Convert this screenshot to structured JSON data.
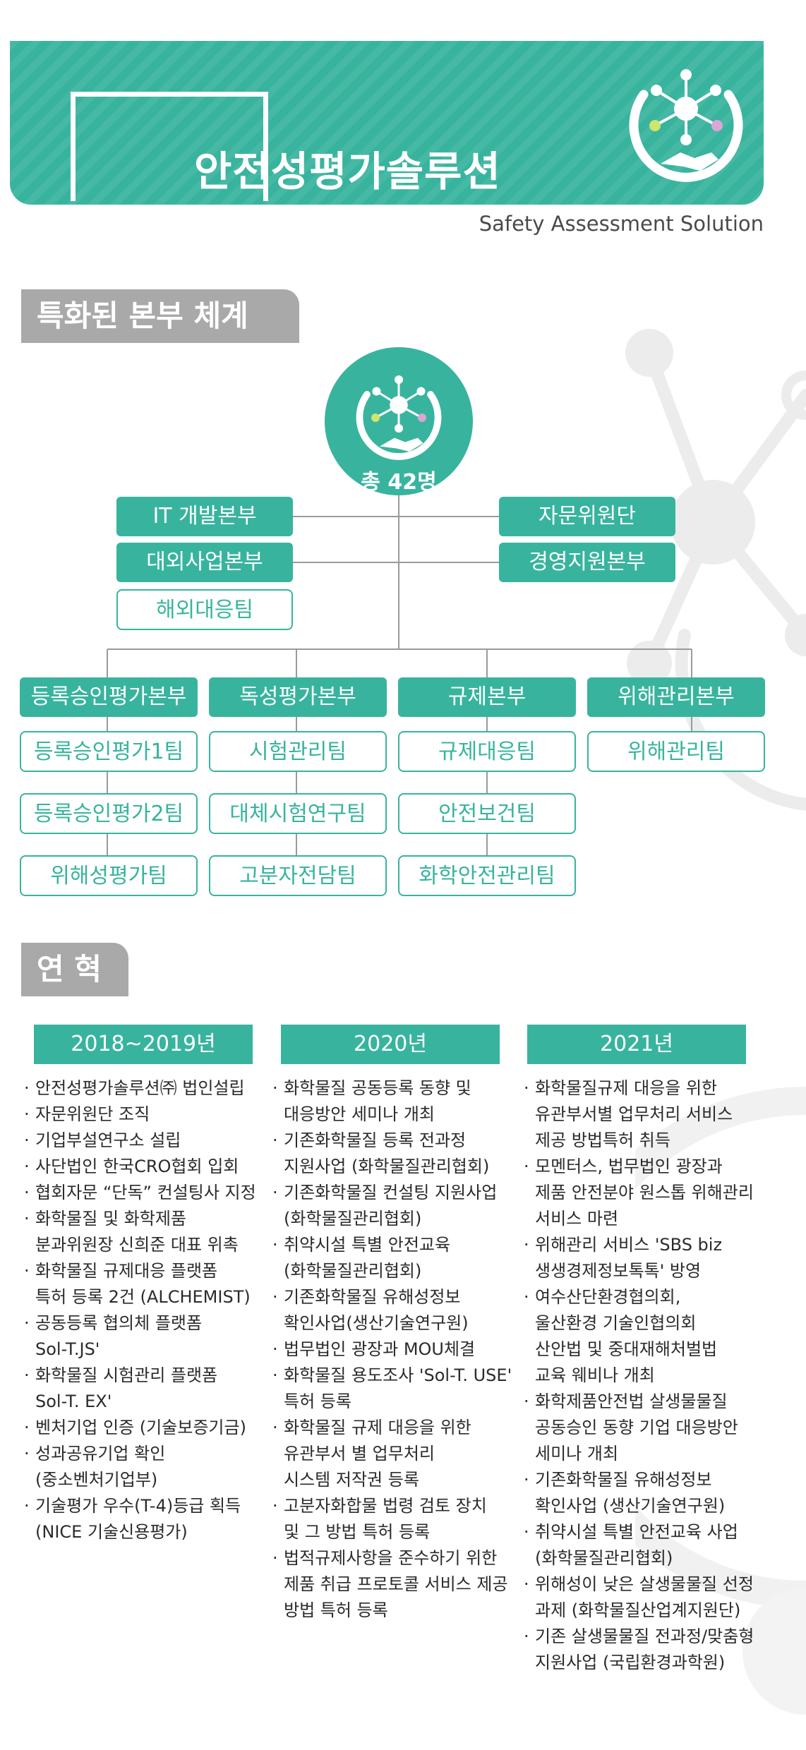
{
  "header": {
    "title": "안전성평가솔루션",
    "subtitle": "Safety Assessment Solution"
  },
  "org": {
    "section_title": "특화된 본부 체계",
    "total": "총 42명",
    "left_units": [
      "IT 개발본부",
      "대외사업본부"
    ],
    "left_team": "해외대응팀",
    "right_units": [
      "자문위원단",
      "경영지원본부"
    ],
    "divisions": [
      {
        "name": "등록승인평가본부",
        "teams": [
          "등록승인평가1팀",
          "등록승인평가2팀",
          "위해성평가팀"
        ]
      },
      {
        "name": "독성평가본부",
        "teams": [
          "시험관리팀",
          "대체시험연구팀",
          "고분자전담팀"
        ]
      },
      {
        "name": "규제본부",
        "teams": [
          "규제대응팀",
          "안전보건팀",
          "화학안전관리팀"
        ]
      },
      {
        "name": "위해관리본부",
        "teams": [
          "위해관리팀"
        ]
      }
    ]
  },
  "history": {
    "section_title": "연 혁",
    "columns": [
      {
        "year": "2018~2019년",
        "items": [
          "안전성평가솔루션㈜ 법인설립",
          "자문위원단 조직",
          "기업부설연구소 설립",
          "사단법인 한국CRO협회 입회",
          "협회자문 “단독” 컨설팅사 지정",
          "화학물질 및 화학제품\n분과위원장 신희준 대표 위촉",
          "화학물질 규제대응 플랫폼\n특허 등록 2건 (ALCHEMIST)",
          "공동등록 협의체 플랫폼\nSol-T.JS'",
          "화학물질 시험관리 플랫폼\nSol-T. EX'",
          "벤처기업 인증 (기술보증기금)",
          "성과공유기업 확인\n(중소벤처기업부)",
          "기술평가 우수(T-4)등급 획득\n(NICE 기술신용평가)"
        ]
      },
      {
        "year": "2020년",
        "items": [
          "화학물질 공동등록 동향 및\n대응방안 세미나 개최",
          "기존화학물질 등록 전과정\n지원사업 (화학물질관리협회)",
          "기존화학물질 컨설팅 지원사업\n(화학물질관리협회)",
          "취약시설 특별 안전교육\n(화학물질관리협회)",
          "기존화학물질 유해성정보\n확인사업(생산기술연구원)",
          "법무법인 광장과 MOU체결",
          "화학물질 용도조사 'Sol-T. USE'\n특허 등록",
          "화학물질 규제 대응을 위한\n유관부서 별 업무처리\n시스템 저작권 등록",
          "고분자화합물 법령 검토 장치\n및 그 방법 특허 등록",
          "법적규제사항을 준수하기 위한\n제품 취급 프로토콜 서비스 제공\n방법 특허 등록"
        ]
      },
      {
        "year": "2021년",
        "items": [
          "화학물질규제 대응을 위한\n유관부서별 업무처리 서비스\n제공 방법특허 취득",
          "모멘터스, 법무법인 광장과\n제품 안전분야 원스톱 위해관리\n서비스 마련",
          "위해관리 서비스 'SBS biz\n생생경제정보톡톡' 방영",
          "여수산단환경협의회,\n울산환경 기술인협의회\n산안법 및 중대재해처벌법\n교육 웨비나 개최",
          "화학제품안전법 살생물물질\n공동승인 동향 기업 대응방안\n세미나 개최",
          "기존화학물질 유해성정보\n확인사업 (생산기술연구원)",
          "취약시설 특별 안전교육 사업\n(화학물질관리협회)",
          "위해성이 낮은 살생물물질 선정\n과제 (화학물질산업계지원단)",
          "기존 살생물물질 전과정/맞춤형\n지원사업 (국립환경과학원)"
        ]
      }
    ]
  },
  "colors": {
    "accent": "#38b49e",
    "section_gray": "#a9a9a9",
    "text": "#2b2b2b"
  },
  "icons": [
    "molecule-handshake-logo"
  ]
}
